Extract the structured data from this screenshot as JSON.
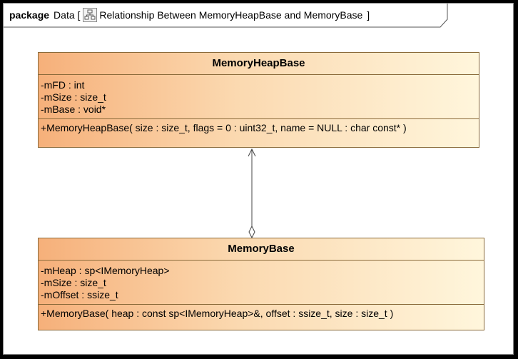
{
  "frame": {
    "keyword": "package",
    "name_prefix": "Data [",
    "diagram_title": "Relationship Between MemoryHeapBase and MemoryBase",
    "name_suffix": "]",
    "icon": "class-diagram-icon"
  },
  "classes": [
    {
      "name": "MemoryHeapBase",
      "attributes": [
        "-mFD : int",
        "-mSize : size_t",
        "-mBase : void*"
      ],
      "operations": [
        "+MemoryHeapBase( size : size_t, flags = 0 : uint32_t, name = NULL : char const* )"
      ]
    },
    {
      "name": "MemoryBase",
      "attributes": [
        "-mHeap : sp<IMemoryHeap>",
        "-mSize : size_t",
        "-mOffset : ssize_t"
      ],
      "operations": [
        "+MemoryBase( heap : const sp<IMemoryHeap>&, offset : ssize_t, size : size_t )"
      ]
    }
  ],
  "association": {
    "from": "MemoryBase",
    "to": "MemoryHeapBase",
    "source_end": "aggregation-diamond",
    "target_end": "open-arrow"
  },
  "colors": {
    "class_gradient_start": "#f6b07a",
    "class_gradient_end": "#fff6dc",
    "class_border": "#8a6a3a"
  }
}
